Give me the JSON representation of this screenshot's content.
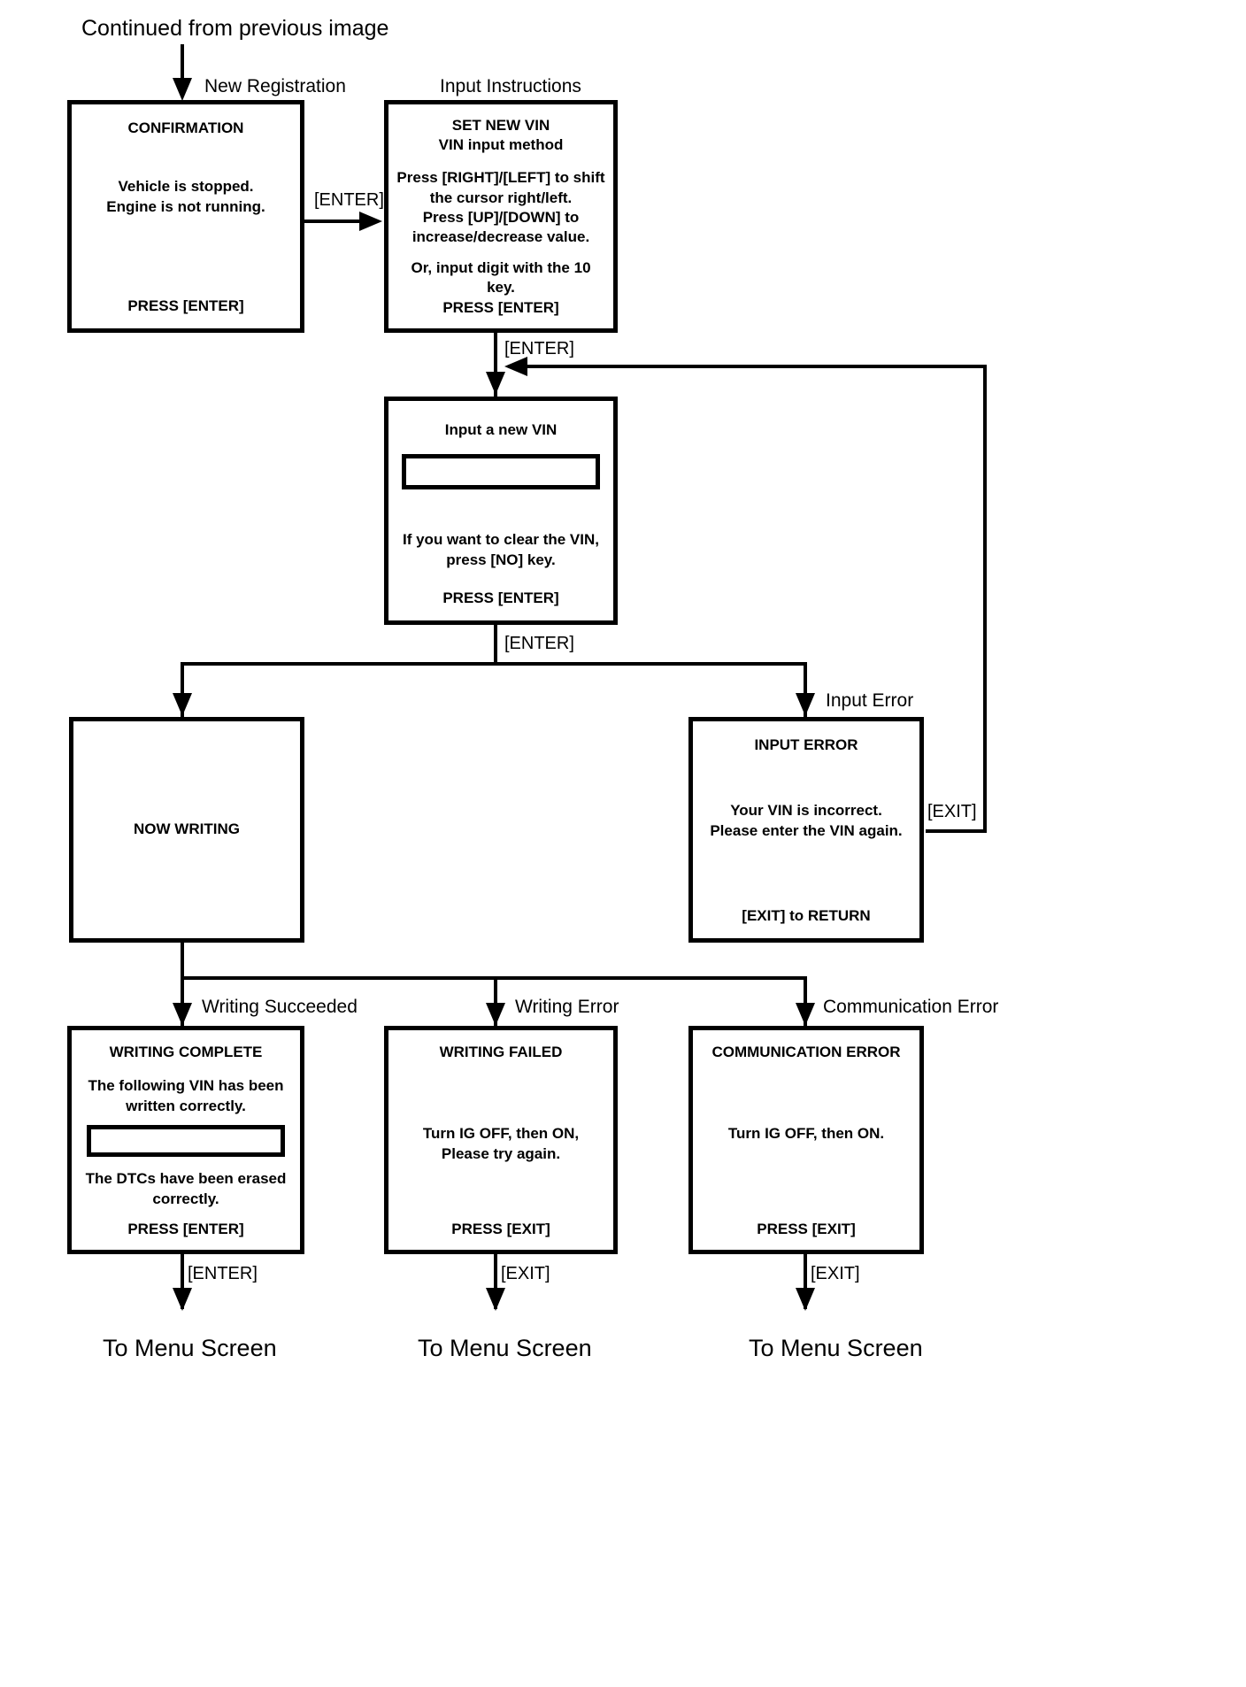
{
  "diagram": {
    "entry_note": "Continued from previous image",
    "annotations": {
      "new_registration": "New Registration",
      "input_instructions": "Input Instructions",
      "input_error": "Input Error",
      "writing_succeeded": "Writing Succeeded",
      "writing_error": "Writing Error",
      "communication_error": "Communication Error"
    },
    "edges": {
      "confirmation_to_instructions": "[ENTER]",
      "instructions_to_input": "[ENTER]",
      "input_to_branch": "[ENTER]",
      "error_return": "[EXIT]",
      "complete_to_menu": "[ENTER]",
      "failed_to_menu": "[EXIT]",
      "comm_to_menu": "[EXIT]"
    },
    "terminals": {
      "menu_1": "To Menu Screen",
      "menu_2": "To Menu Screen",
      "menu_3": "To Menu Screen"
    },
    "boxes": {
      "confirmation": {
        "title": "CONFIRMATION",
        "body_1": "Vehicle is stopped.",
        "body_2": "Engine is not running.",
        "footer": "PRESS [ENTER]"
      },
      "set_new_vin": {
        "title_1": "SET NEW VIN",
        "title_2": "VIN input method",
        "body_1": "Press [RIGHT]/[LEFT] to shift",
        "body_2": "the cursor right/left.",
        "body_3": "Press [UP]/[DOWN] to",
        "body_4": "increase/decrease value.",
        "body_5": "Or, input digit with the 10 key.",
        "footer": "PRESS [ENTER]"
      },
      "input_new_vin": {
        "title": "Input a new VIN",
        "field_value": "",
        "body_1": "If you want to clear the VIN,",
        "body_2": "press [NO] key.",
        "footer": "PRESS [ENTER]"
      },
      "now_writing": {
        "title": "NOW WRITING"
      },
      "input_error": {
        "title": "INPUT ERROR",
        "body_1": "Your VIN is incorrect.",
        "body_2": "Please enter the VIN again.",
        "footer": "[EXIT] to RETURN"
      },
      "writing_complete": {
        "title": "WRITING COMPLETE",
        "body_1": "The following VIN has been",
        "body_2": "written correctly.",
        "field_value": "",
        "body_3": "The DTCs have been erased",
        "body_4": "correctly.",
        "footer": "PRESS [ENTER]"
      },
      "writing_failed": {
        "title": "WRITING FAILED",
        "body_1": "Turn IG OFF, then ON,",
        "body_2": "Please try again.",
        "footer": "PRESS [EXIT]"
      },
      "communication_error": {
        "title": "COMMUNICATION ERROR",
        "body_1": "Turn IG OFF, then ON.",
        "footer": "PRESS [EXIT]"
      }
    }
  }
}
